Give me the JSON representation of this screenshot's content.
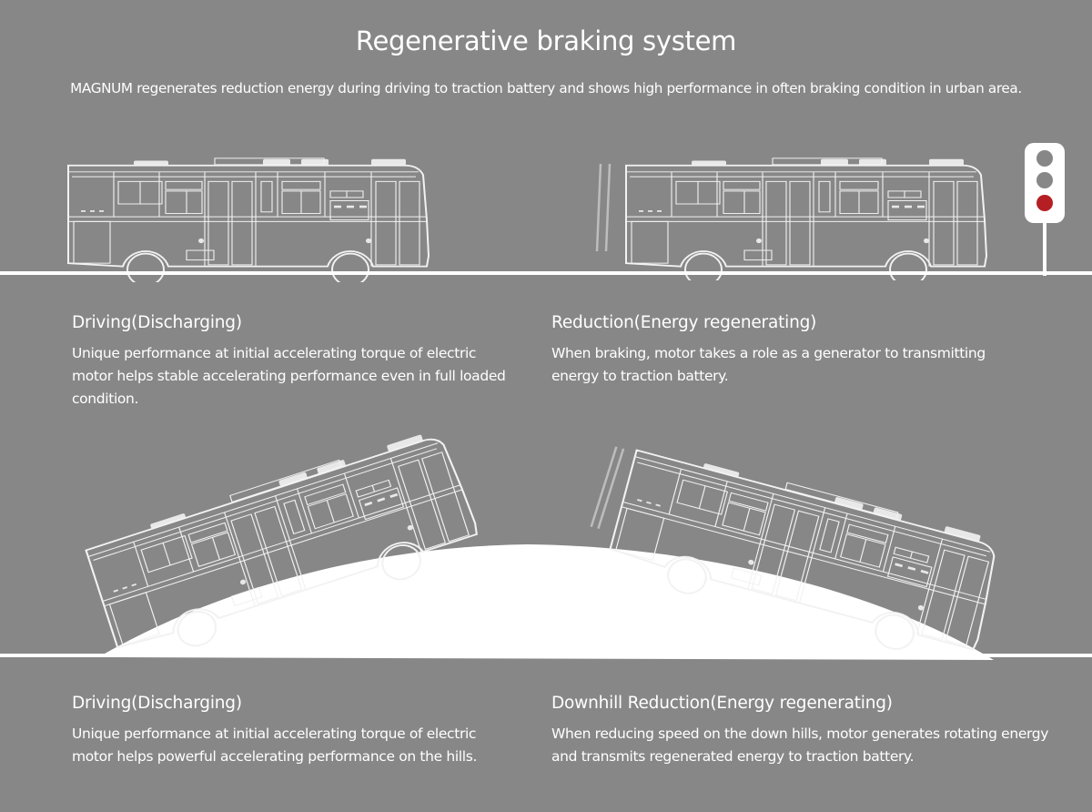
{
  "header": {
    "title": "Regenerative braking system",
    "subtitle": "MAGNUM regenerates reduction energy during driving to traction battery and shows high performance in often braking condition in urban area."
  },
  "illustrations": {
    "scene_flat_driving": "bus-driving-flat",
    "scene_flat_braking": "bus-braking-flat",
    "scene_uphill": "bus-uphill",
    "scene_downhill": "bus-downhill",
    "traffic_light": {
      "lamps": [
        "off",
        "off",
        "on"
      ],
      "colors": {
        "housing": "#ffffff",
        "off": "#878787",
        "on": "#b51f24"
      }
    }
  },
  "sections": [
    {
      "heading": "Driving(Discharging)",
      "body": "Unique performance at initial accelerating torque of electric motor helps stable accelerating performance even in full loaded condition."
    },
    {
      "heading": "Reduction(Energy regenerating)",
      "body": "When braking, motor takes a role as a generator to transmitting energy to traction battery."
    },
    {
      "heading": "Driving(Discharging)",
      "body": "Unique performance at initial accelerating torque of electric motor helps powerful accelerating performance on the hills."
    },
    {
      "heading": "Downhill Reduction(Energy regenerating)",
      "body": "When reducing speed on the down hills, motor generates rotating energy and transmits regenerated energy to traction battery."
    }
  ],
  "colors": {
    "background": "#878787",
    "foreground": "#ffffff",
    "brake_light": "#b51f24"
  }
}
